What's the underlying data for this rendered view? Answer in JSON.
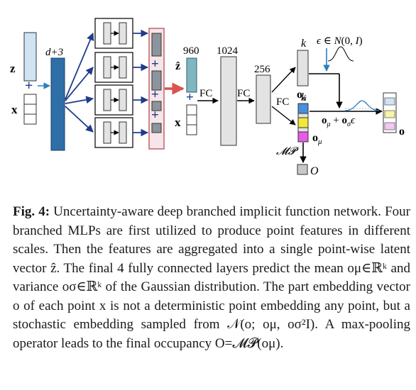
{
  "diagram": {
    "input_latent_label": "z",
    "input_point_label": "x",
    "width_label": "d+3",
    "feature_dim_label": "960",
    "latent_label": "ẑ",
    "latent_point_label": "x",
    "fc1_label": "FC",
    "fc1_dim": "1024",
    "fc2_label": "FC",
    "fc2_dim": "256",
    "fc3_label": "FC",
    "k_label_top": "k",
    "k_label_bottom": "k",
    "noise_label": "ϵ ∈ N(0, I)",
    "sigma_label": "oσ",
    "mu_label": "oμ",
    "sample_label": "oμ + oσϵ",
    "output_label": "o",
    "maxpool_label": "𝓜𝓟",
    "occupancy_label": "O",
    "colors": {
      "blue_light": "#cfe3f3",
      "blue_dark": "#2f6fa8",
      "teal": "#7fb7c0",
      "gray_block": "#e3e3e3",
      "gray_dark": "#8c949c",
      "navy_arrow": "#1f3c8a",
      "red_arrow": "#d9534f",
      "pink_border": "#c06070",
      "cell_blue": "#4a8fd8",
      "cell_yellow": "#f1e83a",
      "cell_magenta": "#e85ae8"
    }
  },
  "caption": {
    "label": "Fig. 4:",
    "text": " Uncertainty-aware deep branched implicit function network. Four branched MLPs are first utilized to produce point features in different scales. Then the features are aggregated into a single point-wise latent vector ẑ. The final 4 fully connected layers predict the mean oμ∈ℝᵏ and variance oσ∈ℝᵏ of the Gaussian distribution. The part embedding vector o of each point x is not a deterministic point embedding any point, but a stochastic embedding sampled from 𝒩(o; oμ, oσ²I). A max-pooling operator leads to the final occupancy O=𝓜𝓟(oμ)."
  }
}
